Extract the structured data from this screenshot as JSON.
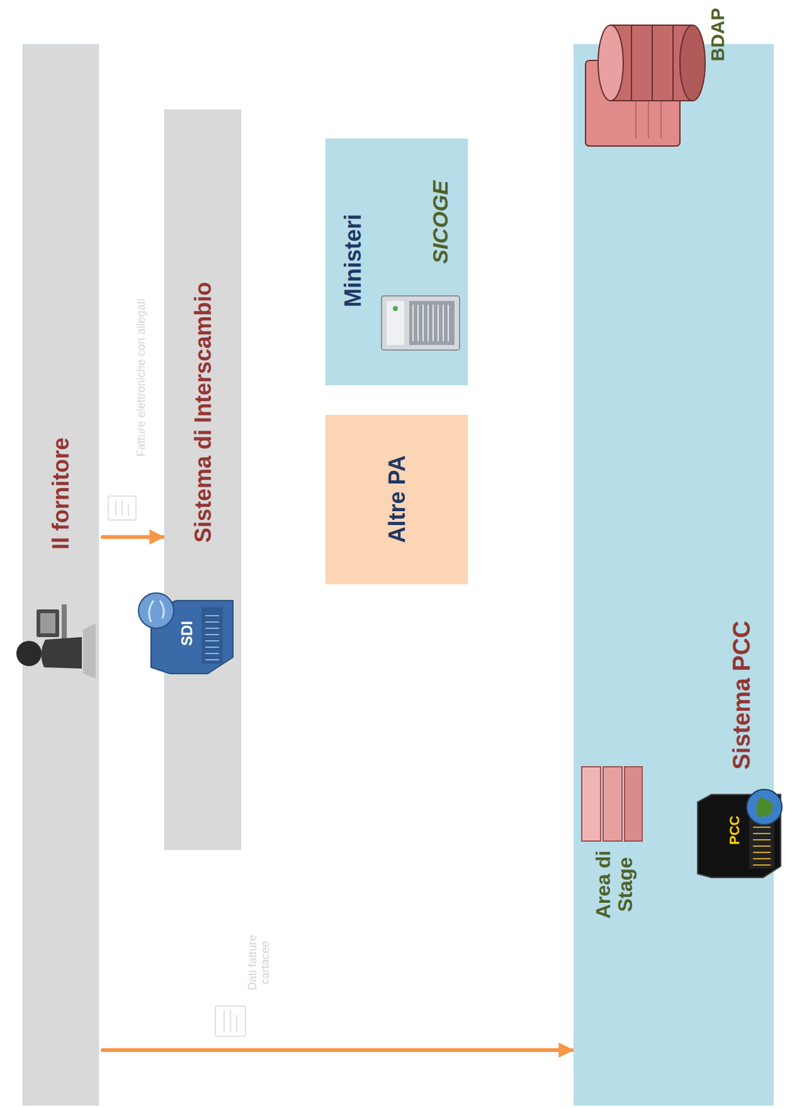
{
  "diagram": {
    "nodes": [
      {
        "text": [
          "Il fornitore"
        ]
      },
      {
        "text": [
          "Sistema di Interscambio"
        ]
      },
      {
        "text": [
          "Ministeri",
          "SICOGE"
        ]
      },
      {
        "text": [
          "Altre PA"
        ]
      },
      {
        "text": [
          "Sistema PCC"
        ]
      }
    ],
    "edges": [
      {
        "from": 0,
        "to": 1,
        "arrow": "to"
      },
      {
        "from": 0,
        "to": 4,
        "arrow": "to"
      }
    ],
    "labels": [
      "Fatture elettroniche con allegati",
      "SDI",
      "Dati fatture cartacee",
      "Area di Stage",
      "PCC",
      "BDAP"
    ]
  }
}
